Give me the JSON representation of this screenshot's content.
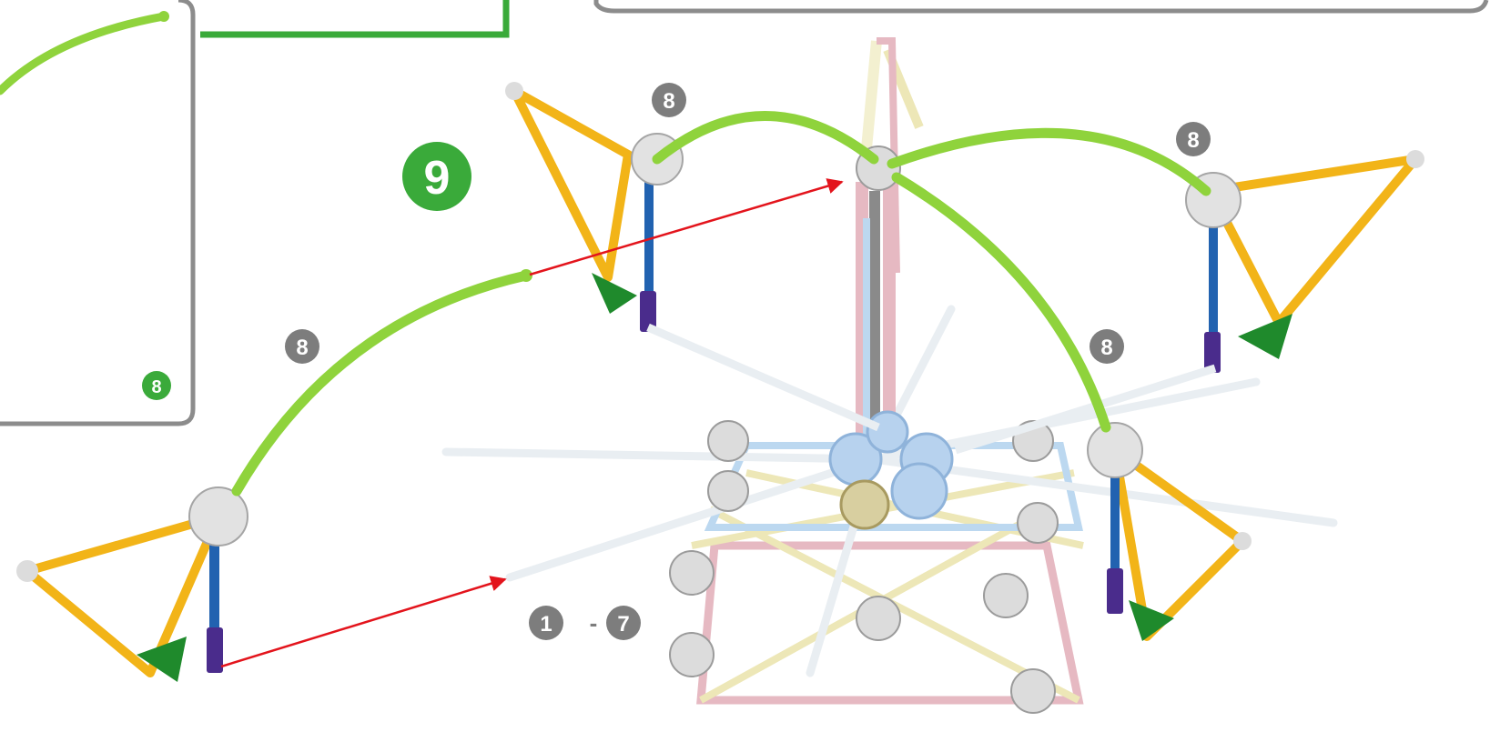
{
  "step": {
    "number": "9"
  },
  "inset": {
    "badge_label": "8"
  },
  "callouts": [
    {
      "label": "8"
    },
    {
      "label": "8"
    },
    {
      "label": "8"
    },
    {
      "label": "8"
    }
  ],
  "range_badge": {
    "start": "1",
    "separator": "-",
    "end": "7"
  },
  "colors": {
    "step_green": "#3aaa3a",
    "callout_gray": "#7d7d7d",
    "connector_green": "#8fd33c",
    "rod_yellow": "#f2b418",
    "rod_blue": "#2162b0",
    "clip_green": "#1f8a2c",
    "clip_purple": "#4a2c8c",
    "arrow_red": "#e3141c",
    "frame_gray": "#8c8c8c"
  }
}
